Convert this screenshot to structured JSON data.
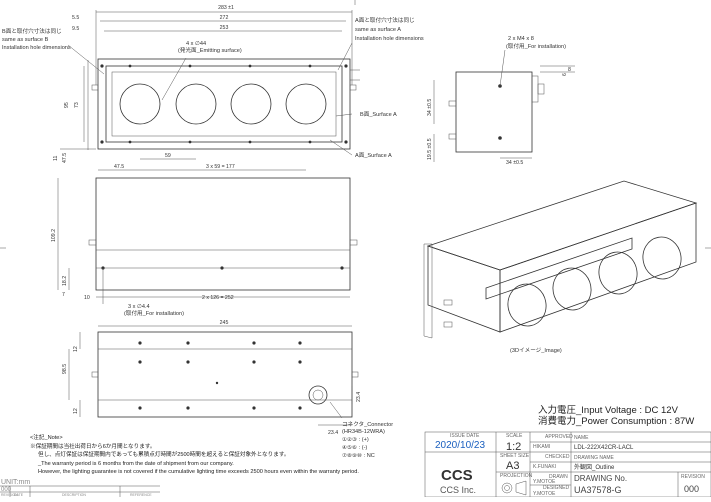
{
  "top_view": {
    "overall_width": "283 ±1",
    "inner_width": "272",
    "hole_pitch": "253",
    "left_margin_a": "5.5",
    "left_margin_b": "9.5",
    "note_b_jp": "B面と取付穴寸法は同じ",
    "note_b_en1": "same as surface B",
    "note_b_en2": "Installation hole dimensions",
    "note_a_jp": "A面と取付穴寸法は同じ",
    "note_a_en1": "same as surface A",
    "note_a_en2": "Installation hole dimensions",
    "emitting_holes": "4 x ∅44",
    "emitting_label": "(発光面_Emitting surface)",
    "height_outer": "95",
    "height_inner": "73",
    "bottom_11": "11",
    "bottom_475": "47.5",
    "pitch_59": "59",
    "left_475": "47.5",
    "pitch_total": "3 x 59 = 177",
    "surface_b": "B面_Surface A",
    "surface_a": "A面_Surface A"
  },
  "side_view": {
    "screw": "2 x M4 x 8",
    "screw_label": "(取付用_For installation)",
    "dim_6": "6",
    "dim_8": "8",
    "dim_34v": "34 ±0.5",
    "dim_195": "19.5 ±0.5",
    "dim_34h": "34 ±0.5"
  },
  "front_view": {
    "height_1092": "109.2",
    "dim_182": "18.2",
    "dim_7": "7",
    "dim_10": "10",
    "pitch": "2 x 126 = 252",
    "holes": "3 x ∅4.4",
    "holes_label": "(取付用_For installation)"
  },
  "bottom_view": {
    "width": "245",
    "dim_12a": "12",
    "dim_985": "98.5",
    "dim_12b": "12",
    "dim_234v": "23.4",
    "dim_234h": "23.4",
    "connector_label": "コネクタ_Connector",
    "connector_model": "(HR34B-12WRA)",
    "pin1": "①②③ : (+)",
    "pin2": "④⑤⑥ : (-)",
    "pin3": "⑦⑧⑨⑩ : NC"
  },
  "image_3d_label": "(3Dイメージ_Image)",
  "specs": {
    "voltage": "入力電圧_Input Voltage : DC 12V",
    "power": "消費電力_Power Consumption : 87W"
  },
  "notes": {
    "title": "<注記_Note>",
    "line1": "※保証期間は当社出荷日から6か月間となります。",
    "line2": "但し、点灯保証は保証期間内であっても累積点灯時間が2500時間を超えると保証対象外となります。",
    "line3": "_The warranty period is 6 months from the date of shipment from our company.",
    "line4": "However, the lighting guarantee is not covered if the cumulative lighting time exceeds 2500 hours even within the warranty period."
  },
  "title_block": {
    "issue_date_label": "ISSUE DATE",
    "issue_date": "2020/10/23",
    "scale_label": "SCALE",
    "scale": "1:2",
    "sheet_size_label": "SHEET SIZE",
    "sheet_size": "A3",
    "projection_label": "PROJECTION",
    "approved_label": "APPROVED",
    "approved": "HIKAMI",
    "checked_label": "CHECKED",
    "checked": "K.FUNAKI",
    "drawn_label": "DRAWN",
    "drawn": "Y.MOTOE",
    "designed_label": "DESIGNED",
    "designed": "Y.MOTOE",
    "name_label": "NAME",
    "name": "LDL-222X42CR-LACL",
    "drawing_name_label": "DRAWING NAME",
    "drawing_name": "外観図_Outline",
    "drawing_no_label": "DRAWING No.",
    "drawing_no": "UA37578-G",
    "revision_label": "REVISION",
    "revision": "000",
    "company": "CCS Inc.",
    "logo": "CCS"
  },
  "left_table": {
    "unit": "UNIT:mm",
    "rev": "000",
    "col_revision": "REVISION",
    "col_date": "DATE",
    "col_description": "DESCRIPTION",
    "col_reference": "REFERENCE"
  }
}
